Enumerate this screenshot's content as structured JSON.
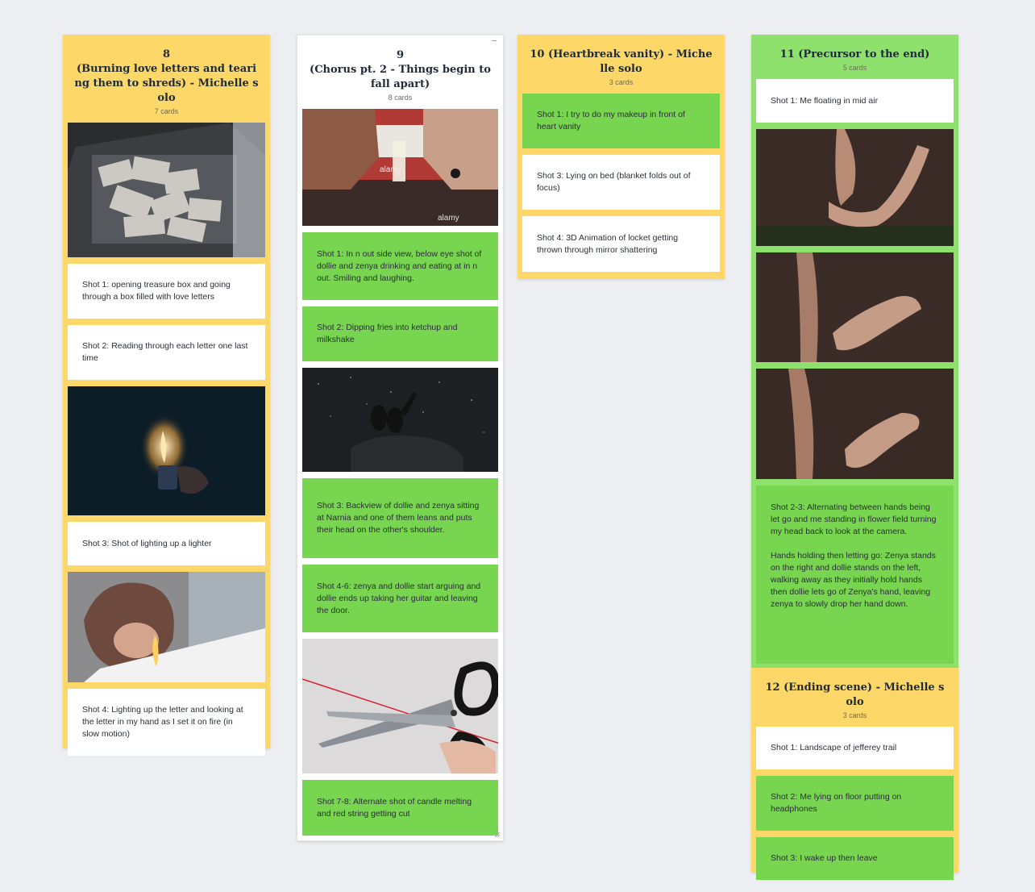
{
  "columns": [
    {
      "title": "8\n(Burning love letters and tearing them to shreds) - Michelle solo",
      "count": "7 cards",
      "cards": [
        "Shot 1: opening treasure box and going through a box filled with love letters",
        "Shot 2: Reading through each letter one last time",
        "Shot 3: Shot of lighting up a lighter",
        "Shot 4: Lighting up the letter and looking at the letter in my hand as I set it on fire (in slow motion)"
      ]
    },
    {
      "title": "9\n(Chorus pt. 2 - Things begin to fall apart)",
      "count": "8 cards",
      "cards": [
        "Shot 1: In n out side view, below eye shot of dollie and zenya drinking and eating at in n out. Smiling and laughing.",
        "Shot 2: Dipping fries into ketchup and milkshake",
        "Shot 3: Backview of dollie and zenya sitting at Narnia and one of them leans and puts their head on the other's shoulder.",
        "Shot 4-6: zenya and dollie start arguing and dollie ends up taking her guitar and leaving the door.",
        "Shot 7-8: Alternate shot of candle melting and red string getting cut"
      ],
      "watermark": "alamy"
    },
    {
      "title": "10 (Heartbreak vanity) - Michelle solo",
      "count": "3 cards",
      "cards": [
        "Shot 1: I try to do my makeup in front of heart vanity",
        "Shot 3: Lying on bed (blanket folds out of focus)",
        "Shot 4: 3D Animation of locket getting thrown through mirror shattering"
      ]
    },
    {
      "title": "11 (Precursor to the end)",
      "count": "5 cards",
      "cards": [
        "Shot 1: Me floating in mid air",
        "Shot 2-3: Alternating between hands being let go and me standing in flower field turning my head back to look at the camera.\n\nHands holding then letting go: Zenya stands on the right and dollie stands on the left, walking away as they initially hold hands then dollie lets go of Zenya's hand, leaving zenya to slowly drop her hand down."
      ]
    },
    {
      "title": "12 (Ending scene) - Michelle solo",
      "count": "3 cards",
      "cards": [
        "Shot 1: Landscape of jefferey trail",
        "Shot 2: Me lying on floor putting on headphones",
        "Shot 3: I wake up then leave"
      ]
    }
  ],
  "colors": {
    "yellow": "#fdd868",
    "green_card": "#77d54f",
    "lime_column": "#8fe16d",
    "background": "#eceef1"
  }
}
